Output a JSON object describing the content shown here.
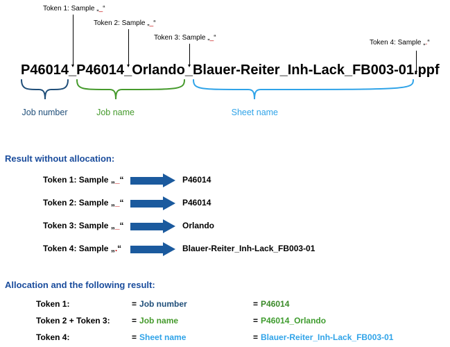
{
  "colors": {
    "heading_blue": "#1A4C9C",
    "job_number_blue": "#1F4E79",
    "job_name_green": "#459A2C",
    "sheet_name_blue": "#2FA3E8",
    "value_green_dark": "#3A8A28",
    "value_green": "#3F9C2F",
    "arrow_blue": "#1B5A9E",
    "separator_red": "#C00000"
  },
  "filename_diagram": {
    "filename_full": "P46014_P46014_Orlando_Blauer-Reiter_Inh-Lack_FB003-01.ppf",
    "segments": {
      "token1": "P46014",
      "sep1": "_",
      "token2": "P46014",
      "sep2": "_",
      "token3": "Orlando",
      "sep3": "_",
      "token4": "Blauer-Reiter_Inh-Lack_FB003-01",
      "sep4": ".",
      "extension": "ppf"
    },
    "token_callouts": [
      {
        "prefix": "Token 1: Sample",
        "quote_open": "„",
        "separator": "_",
        "quote_close": "“"
      },
      {
        "prefix": "Token 2: Sample",
        "quote_open": "„",
        "separator": "_",
        "quote_close": "“"
      },
      {
        "prefix": "Token 3: Sample",
        "quote_open": "„",
        "separator": "_",
        "quote_close": "“"
      },
      {
        "prefix": "Token 4: Sample",
        "quote_open": "„",
        "separator": ".",
        "quote_close": "“"
      }
    ],
    "braces": [
      {
        "label": "Job number",
        "color": "#1F4E79"
      },
      {
        "label": "Job name",
        "color": "#459A2C"
      },
      {
        "label": "Sheet name",
        "color": "#2FA3E8"
      }
    ]
  },
  "result_without_allocation": {
    "heading": "Result without allocation:",
    "rows": [
      {
        "prefix": "Token 1: Sample",
        "quote_open": "„",
        "separator": "_",
        "quote_close": "“",
        "value": "P46014"
      },
      {
        "prefix": "Token 2: Sample",
        "quote_open": "„",
        "separator": "_",
        "quote_close": "“",
        "value": "P46014"
      },
      {
        "prefix": "Token 3: Sample",
        "quote_open": "„",
        "separator": "_",
        "quote_close": "“",
        "value": "Orlando"
      },
      {
        "prefix": "Token 4: Sample",
        "quote_open": "„",
        "separator": ".",
        "quote_close": "“",
        "value": "Blauer-Reiter_Inh-Lack_FB003-01"
      }
    ]
  },
  "allocation_result": {
    "heading": "Allocation and the following result:",
    "rows": [
      {
        "token": "Token 1:",
        "equals": "=",
        "name": "Job number",
        "name_color": "#1F4E79",
        "value": "P46014",
        "value_color": "#3A8A28"
      },
      {
        "token": "Token 2 + Token 3:",
        "equals": "=",
        "name": "Job name",
        "name_color": "#459A2C",
        "value": "P46014_Orlando",
        "value_color": "#3F9C2F"
      },
      {
        "token": "Token 4:",
        "equals": "=",
        "name": "Sheet name",
        "name_color": "#2FA3E8",
        "value": "Blauer-Reiter_Inh-Lack_FB003-01",
        "value_color": "#2FA3E8"
      }
    ]
  }
}
